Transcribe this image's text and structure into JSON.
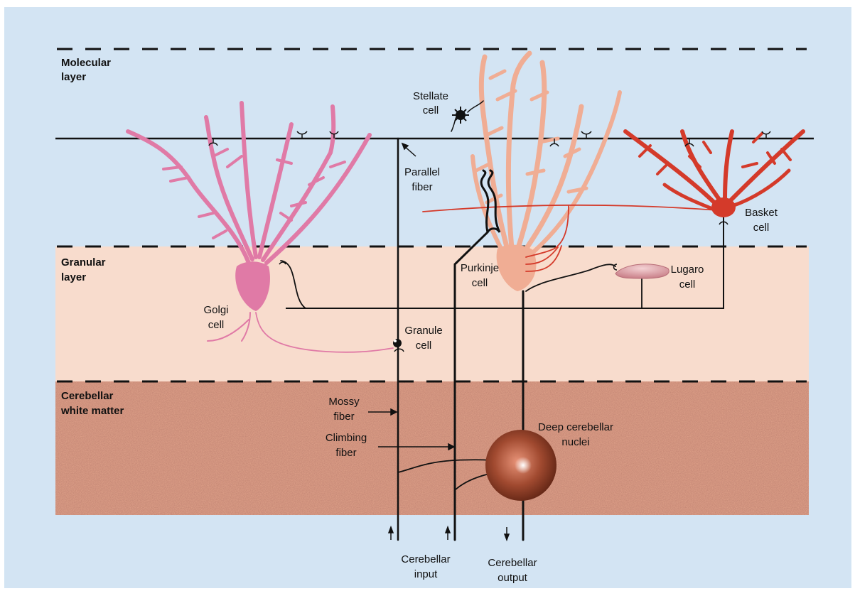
{
  "layers": {
    "molecular": [
      "Molecular",
      "layer"
    ],
    "granular": [
      "Granular",
      "layer"
    ],
    "white_matter": [
      "Cerebellar",
      "white matter"
    ]
  },
  "cells": {
    "stellate": [
      "Stellate",
      "cell"
    ],
    "parallel_fiber": [
      "Parallel",
      "fiber"
    ],
    "basket": [
      "Basket",
      "cell"
    ],
    "golgi": [
      "Golgi",
      "cell"
    ],
    "purkinje": [
      "Purkinje",
      "cell"
    ],
    "lugaro": [
      "Lugaro",
      "cell"
    ],
    "granule": [
      "Granule",
      "cell"
    ],
    "mossy_fiber": [
      "Mossy",
      "fiber"
    ],
    "climbing_fiber": [
      "Climbing",
      "fiber"
    ],
    "deep_nuclei": [
      "Deep cerebellar",
      "nuclei"
    ]
  },
  "io": {
    "input": [
      "Cerebellar",
      "input"
    ],
    "output": [
      "Cerebellar",
      "output"
    ]
  },
  "colors": {
    "background": "#d3e4f3",
    "granular_layer": "#f8dccd",
    "white_matter": "#e3a58c",
    "golgi": "#e07aa6",
    "purkinje": "#f0ad94",
    "basket": "#d43a2a",
    "lugaro": "#d99aa0",
    "deep_nuclei": "#8a3520",
    "fiber": "#111111"
  }
}
